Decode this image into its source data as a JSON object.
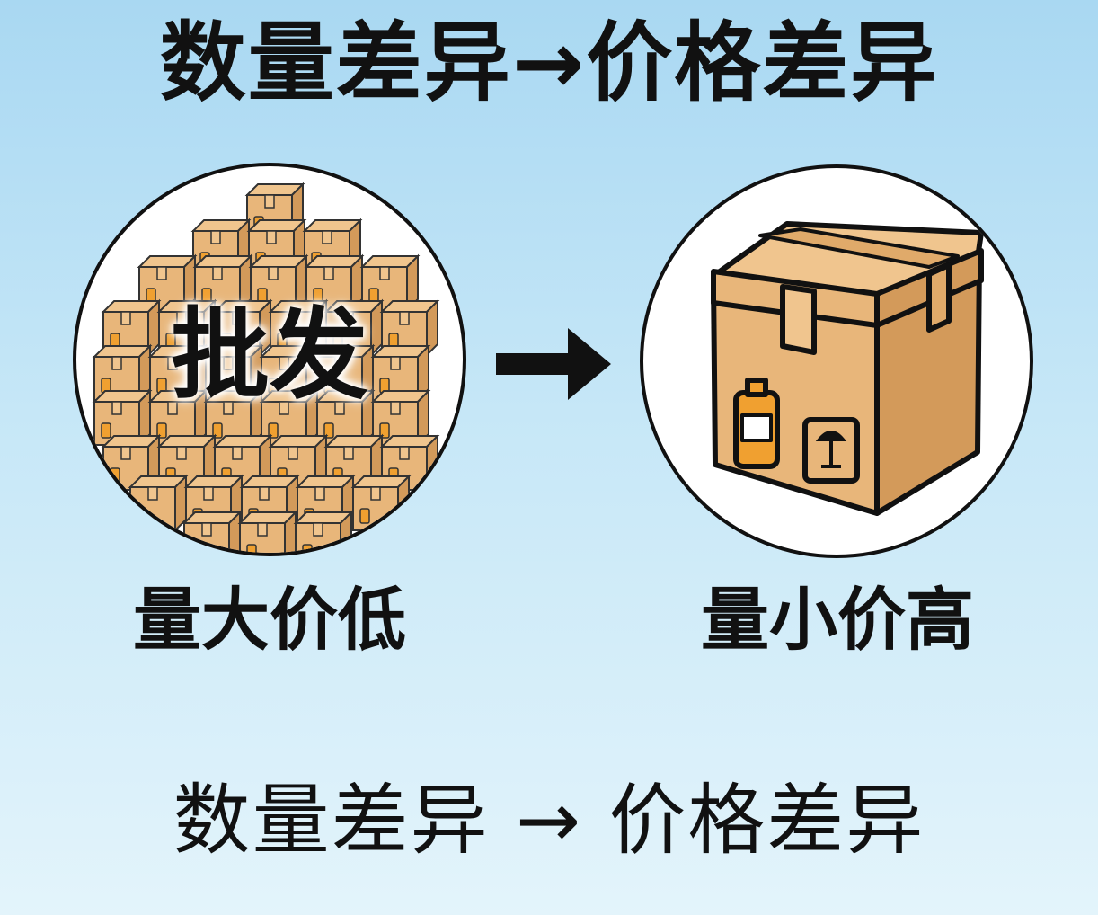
{
  "title": "数量差异→价格差异",
  "left": {
    "badge_text": "批发",
    "label": "量大价低"
  },
  "right": {
    "label": "量小价高"
  },
  "bottom_text": "数量差异 → 价格差异",
  "colors": {
    "box": "#e8b67a",
    "box_dark": "#d39a5a",
    "tape": "#f0c58e",
    "bottle": "#f0a030",
    "outline": "#111111"
  },
  "icons": [
    "box-pile-icon",
    "cardboard-box-icon",
    "right-arrow-icon"
  ]
}
